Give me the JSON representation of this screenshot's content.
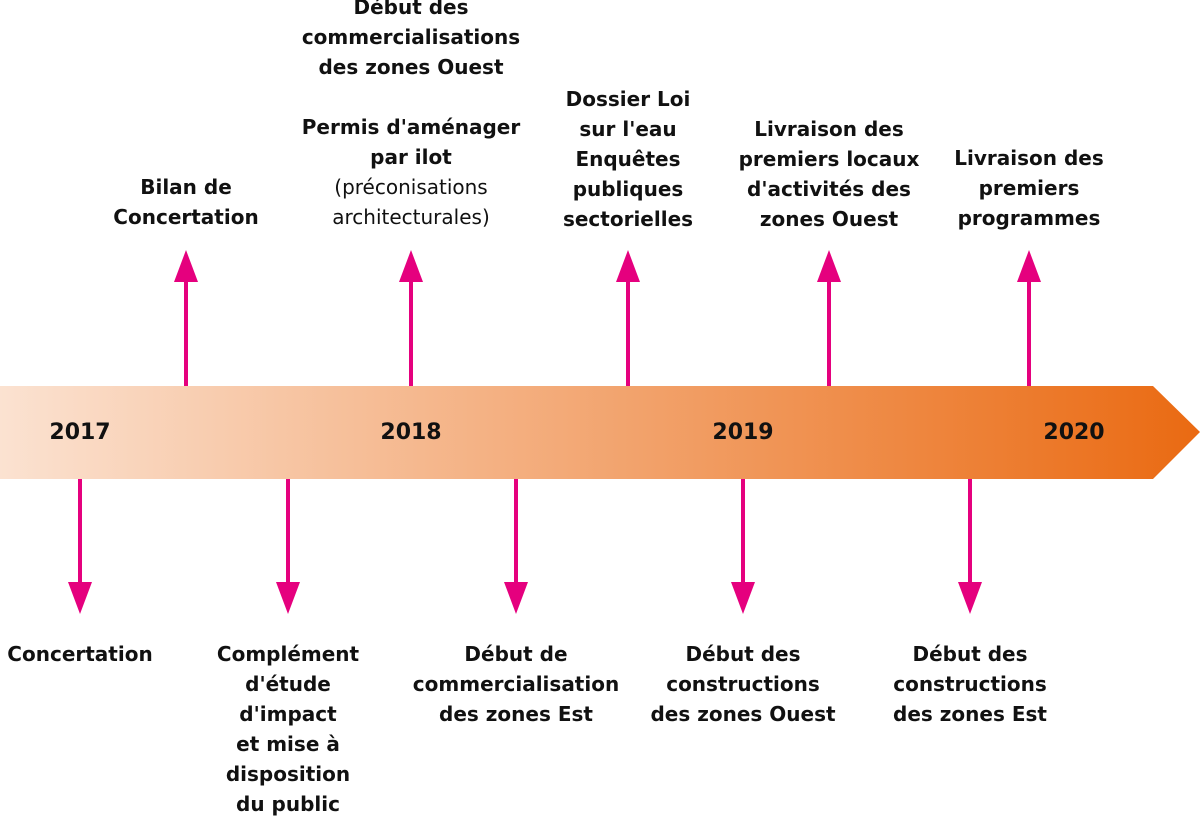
{
  "colors": {
    "band_start": "#fbe2d1",
    "band_end": "#ea6a12",
    "arrow": "#e5007e",
    "text": "#111111"
  },
  "years": [
    "2017",
    "2018",
    "2019",
    "2020"
  ],
  "events_above": [
    {
      "lines": [
        "Bilan de",
        "Concertation"
      ]
    },
    {
      "lines": [
        "Début des",
        "commercialisations",
        "des zones Ouest",
        "",
        "Permis d'aménager",
        "par ilot",
        "(préconisations",
        "architecturales)"
      ],
      "light_lines": [
        6,
        7
      ]
    },
    {
      "lines": [
        "Dossier Loi",
        "sur l'eau",
        "Enquêtes",
        "publiques",
        "sectorielles"
      ]
    },
    {
      "lines": [
        "Livraison des",
        "premiers locaux",
        "d'activités des",
        "zones Ouest"
      ]
    },
    {
      "lines": [
        "Livraison des",
        "premiers",
        "programmes"
      ]
    }
  ],
  "events_below": [
    {
      "lines": [
        "Concertation"
      ]
    },
    {
      "lines": [
        "Complément",
        "d'étude",
        "d'impact",
        "et mise à",
        "disposition",
        "du public"
      ]
    },
    {
      "lines": [
        "Début de",
        "commercialisation",
        "des zones Est"
      ]
    },
    {
      "lines": [
        "Début des",
        "constructions",
        "des zones Ouest"
      ]
    },
    {
      "lines": [
        "Début des",
        "constructions",
        "des zones Est"
      ]
    }
  ]
}
